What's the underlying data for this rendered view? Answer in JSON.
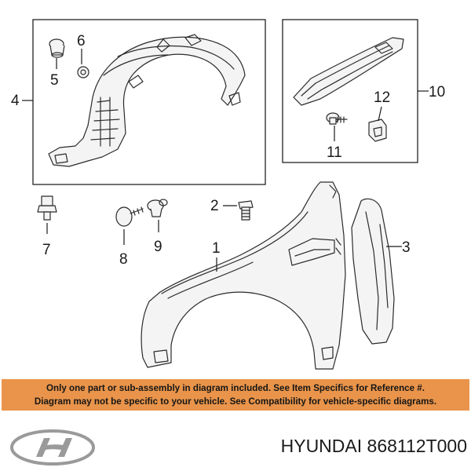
{
  "callouts": {
    "c1": "1",
    "c2": "2",
    "c3": "3",
    "c4": "4",
    "c5": "5",
    "c6": "6",
    "c7": "7",
    "c8": "8",
    "c9": "9",
    "c10": "10",
    "c11": "11",
    "c12": "12"
  },
  "notice": {
    "line1": "Only one part or sub-assembly in diagram included. See Item Specifics for Reference #.",
    "line2": "Diagram may not be specific to your vehicle. See Compatibility for vehicle-specific diagrams."
  },
  "footer": {
    "brand": "HYUNDAI",
    "part_number": "868112T000"
  },
  "colors": {
    "notice_background": "#e9944a",
    "line_art": "#2b2b2b",
    "background": "#ffffff"
  },
  "icons": {
    "logo": "hyundai-logo-icon"
  }
}
